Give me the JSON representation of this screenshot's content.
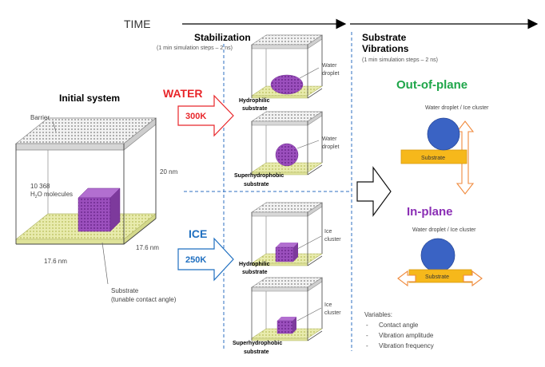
{
  "timeline": {
    "label": "TIME"
  },
  "stabilization": {
    "title": "Stabilization",
    "subtitle": "(1 min simulation steps – 2 ns)"
  },
  "substrate_vibrations": {
    "title_line1": "Substrate",
    "title_line2": "Vibrations",
    "subtitle": "(1 min simulation steps – 2 ns)"
  },
  "initial_system": {
    "title": "Initial system",
    "barrier_label": "Barrier",
    "height_label": "20 nm",
    "molecules_line1": "10 368",
    "molecules_line2": "H",
    "molecules_sub": "2",
    "molecules_line2_rest": "O molecules",
    "dim_left": "17.6 nm",
    "dim_right": "17.6 nm",
    "substrate_line1": "Substrate",
    "substrate_line2": "(tunable contact angle)"
  },
  "water": {
    "label": "WATER",
    "temp": "300K",
    "color": "#e8262a"
  },
  "ice": {
    "label": "ICE",
    "temp": "250K",
    "color": "#1f6fc0"
  },
  "panels": {
    "p1": {
      "object": [
        "Water",
        "droplet"
      ],
      "substrate": [
        "Hydrophilic",
        "substrate"
      ]
    },
    "p2": {
      "object": [
        "Water",
        "droplet"
      ],
      "substrate": [
        "Superhydrophobic",
        "substrate"
      ]
    },
    "p3": {
      "object": [
        "Ice",
        "cluster"
      ],
      "substrate": [
        "Hydrophilic",
        "substrate"
      ]
    },
    "p4": {
      "object": [
        "Ice",
        "cluster"
      ],
      "substrate": [
        "Superhydrophobic",
        "substrate"
      ]
    }
  },
  "out_of_plane": {
    "title": "Out-of-plane",
    "caption": "Water droplet / Ice cluster",
    "substrate": "Substrate",
    "color": "#1fa64a"
  },
  "in_plane": {
    "title": "In-plane",
    "caption": "Water droplet / Ice cluster",
    "substrate": "Substrate",
    "color": "#8b2fb5"
  },
  "variables": {
    "title": "Variables:",
    "items": [
      "Contact angle",
      "Vibration amplitude",
      "Vibration frequency"
    ]
  },
  "colors": {
    "substrate": "#dfe39a",
    "molecule": "#8a3fa8",
    "barrier": "#c9c9c9",
    "droplet": "#3a63c4",
    "substrate_bar": "#f6b81b",
    "arrow_orange": "#f08a3c"
  }
}
